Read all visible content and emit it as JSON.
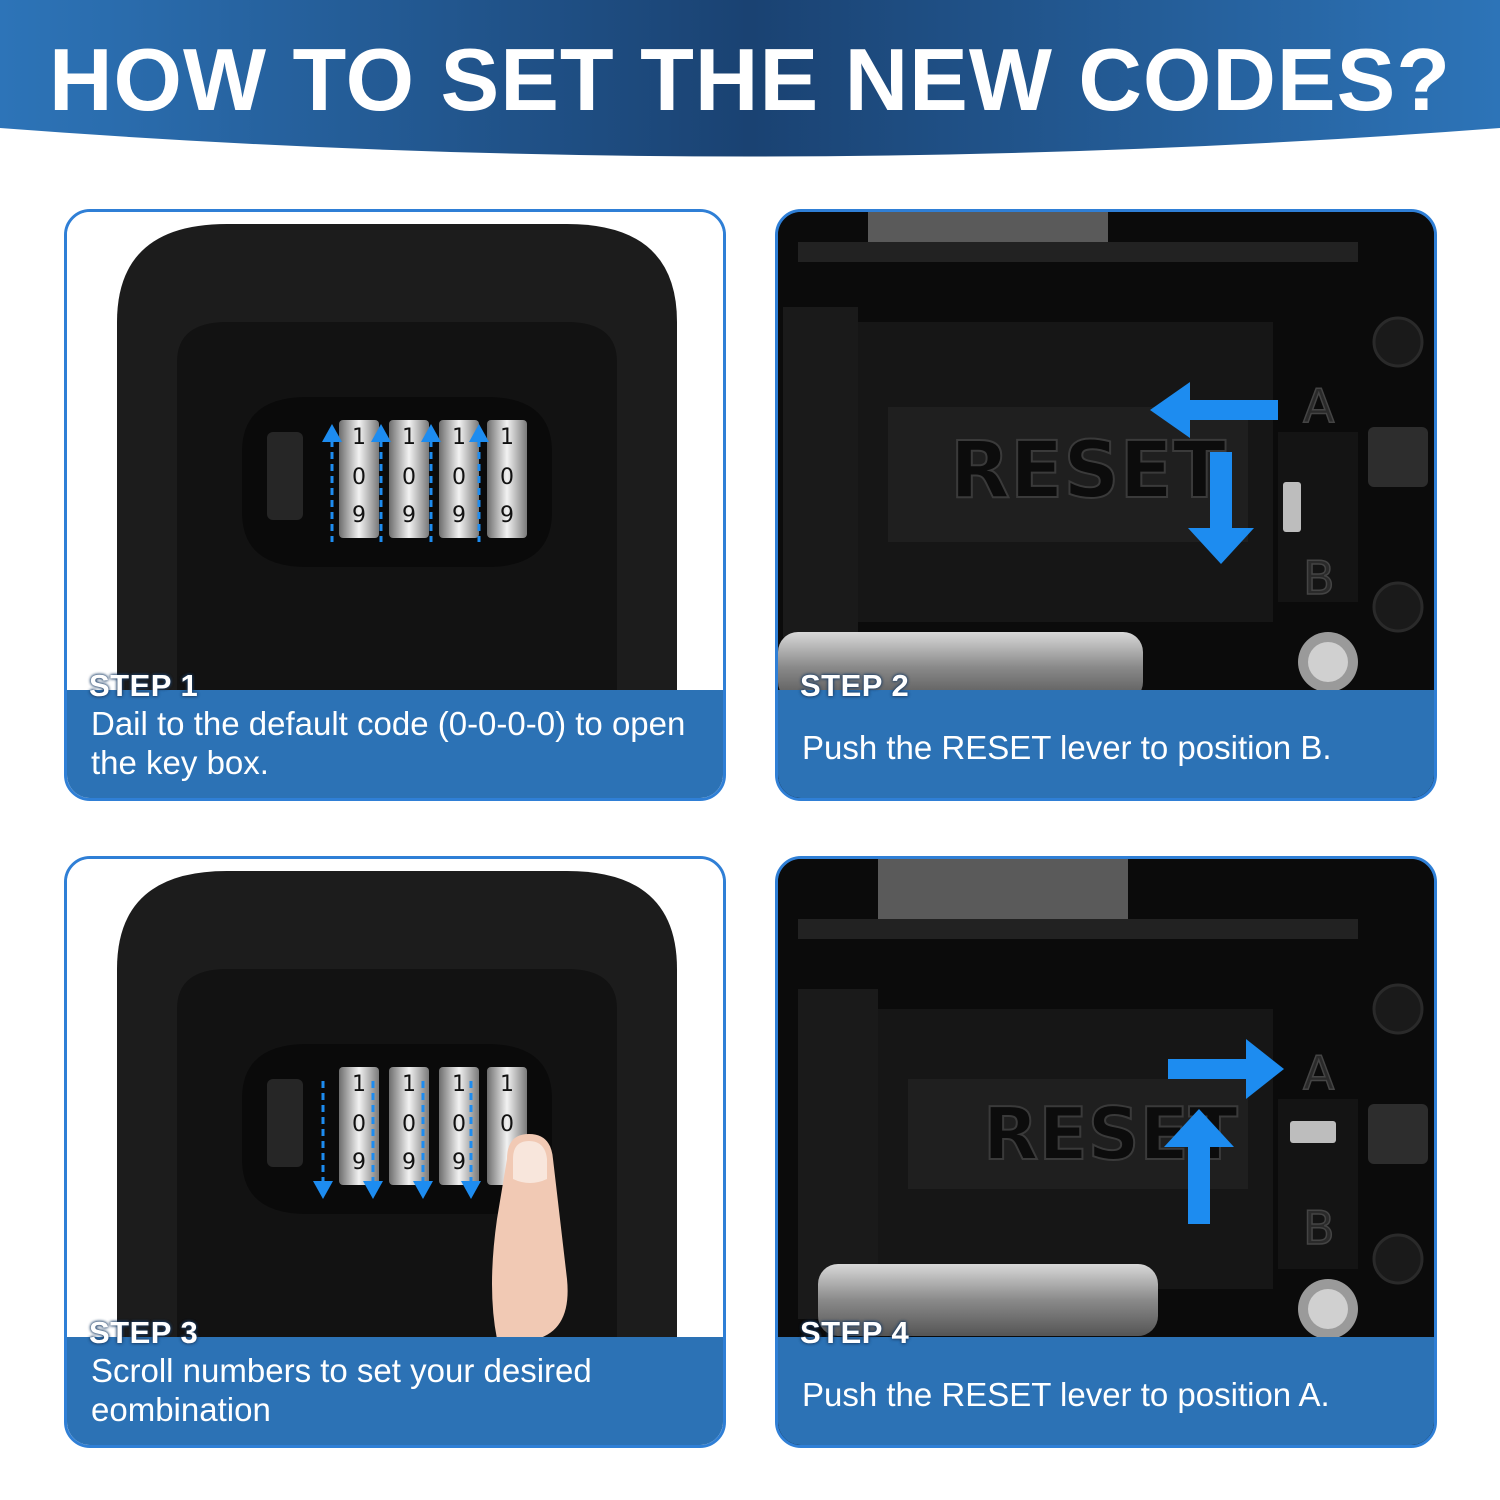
{
  "header": {
    "title": "HOW TO SET THE NEW CODES?",
    "bg_dark": "#173a5e",
    "bg_light": "#2c72b5"
  },
  "colors": {
    "card_border": "#2f7fd6",
    "caption_bg": "#2c72b5",
    "arrow_blue": "#1d8cf0"
  },
  "steps": [
    {
      "label": "STEP 1",
      "text": "Dail to the default code (0-0-0-0) to open the key box.",
      "dials": [
        "1",
        "0",
        "9"
      ]
    },
    {
      "label": "STEP 2",
      "text": "Push the RESET lever to position B.",
      "engraving": "RESET",
      "positions": [
        "A",
        "B"
      ]
    },
    {
      "label": "STEP 3",
      "text": "Scroll numbers to set your desired eombination",
      "dials": [
        "1",
        "0",
        "9"
      ]
    },
    {
      "label": "STEP 4",
      "text": "Push the RESET lever to position A.",
      "engraving": "RESET",
      "positions": [
        "A",
        "B"
      ]
    }
  ]
}
